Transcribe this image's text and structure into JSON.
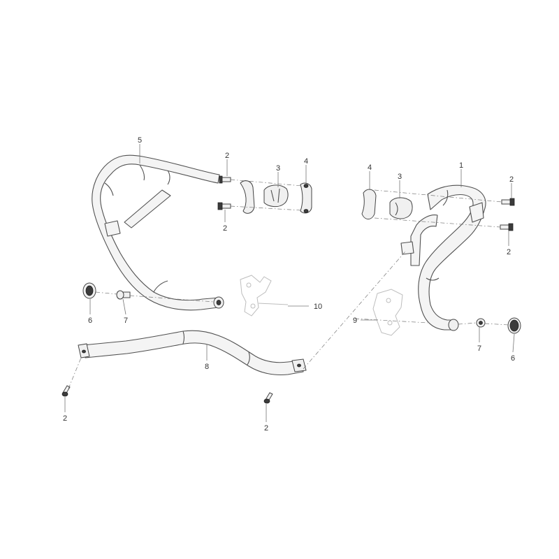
{
  "callouts": {
    "c1": "1",
    "c2a": "2",
    "c2b": "2",
    "c2c": "2",
    "c2d": "2",
    "c2e": "2",
    "c2f": "2",
    "c3a": "3",
    "c3b": "3",
    "c4a": "4",
    "c4b": "4",
    "c5": "5",
    "c6a": "6",
    "c6b": "6",
    "c7a": "7",
    "c7b": "7",
    "c8": "8",
    "c9": "9",
    "c10": "10"
  },
  "colors": {
    "line": "#505050",
    "ghost_bracket": "#bdbdbd",
    "background": "#ffffff"
  }
}
